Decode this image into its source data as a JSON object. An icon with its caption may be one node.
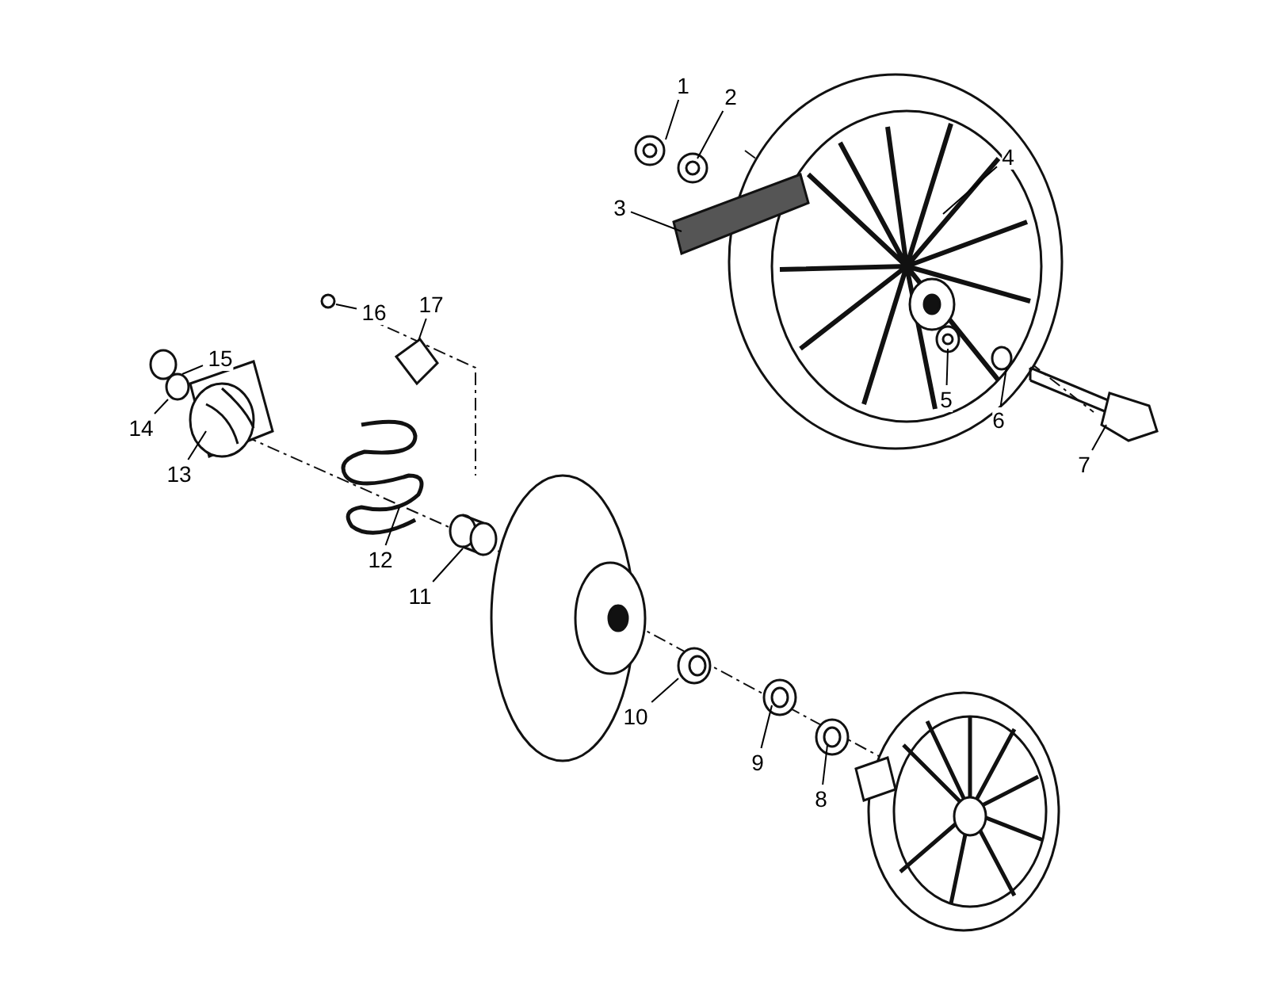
{
  "diagram": {
    "nodes": [
      {
        "text": [
          "1"
        ]
      },
      {
        "text": [
          "2"
        ]
      },
      {
        "text": [
          "3"
        ]
      },
      {
        "text": [
          "4"
        ]
      },
      {
        "text": [
          "5"
        ]
      },
      {
        "text": [
          "6"
        ]
      },
      {
        "text": [
          "7"
        ]
      },
      {
        "text": [
          "8"
        ]
      },
      {
        "text": [
          "9"
        ]
      },
      {
        "text": [
          "10"
        ]
      },
      {
        "text": [
          "11"
        ]
      },
      {
        "text": [
          "12"
        ]
      },
      {
        "text": [
          "13"
        ]
      },
      {
        "text": [
          "14"
        ]
      },
      {
        "text": [
          "15"
        ]
      },
      {
        "text": [
          "16"
        ]
      },
      {
        "text": [
          "17"
        ]
      }
    ],
    "edges": [
      {
        "from": 0,
        "to": null,
        "arrow": "none"
      },
      {
        "from": 1,
        "to": null,
        "arrow": "none"
      },
      {
        "from": 2,
        "to": null,
        "arrow": "none"
      },
      {
        "from": 3,
        "to": null,
        "arrow": "none"
      },
      {
        "from": 4,
        "to": null,
        "arrow": "none"
      },
      {
        "from": 5,
        "to": null,
        "arrow": "none"
      },
      {
        "from": 6,
        "to": null,
        "arrow": "none"
      },
      {
        "from": 7,
        "to": null,
        "arrow": "none"
      },
      {
        "from": 8,
        "to": null,
        "arrow": "none"
      },
      {
        "from": 9,
        "to": null,
        "arrow": "none"
      },
      {
        "from": 10,
        "to": null,
        "arrow": "none"
      },
      {
        "from": 11,
        "to": null,
        "arrow": "none"
      },
      {
        "from": 12,
        "to": null,
        "arrow": "none"
      },
      {
        "from": 13,
        "to": null,
        "arrow": "none"
      },
      {
        "from": 14,
        "to": null,
        "arrow": "none"
      },
      {
        "from": 15,
        "to": null,
        "arrow": "none"
      },
      {
        "from": 16,
        "to": null,
        "arrow": "none"
      }
    ]
  }
}
